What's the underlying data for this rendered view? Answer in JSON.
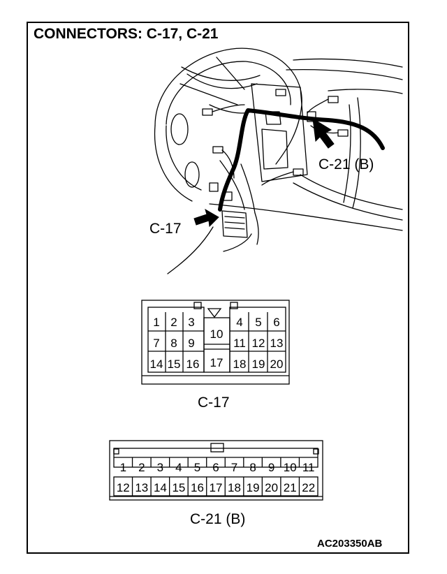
{
  "title": "CONNECTORS: C-17, C-21",
  "figure_code": "AC203350AB",
  "illustration": {
    "callout_c17": "C-17",
    "callout_c21": "C-21 (B)"
  },
  "connector_c17": {
    "caption": "C-17",
    "pins": [
      "1",
      "2",
      "3",
      "4",
      "5",
      "6",
      "7",
      "8",
      "9",
      "10",
      "11",
      "12",
      "13",
      "14",
      "15",
      "16",
      "17",
      "18",
      "19",
      "20"
    ]
  },
  "connector_c21": {
    "caption": "C-21 (B)",
    "pins": [
      "1",
      "2",
      "3",
      "4",
      "5",
      "6",
      "7",
      "8",
      "9",
      "10",
      "11",
      "12",
      "13",
      "14",
      "15",
      "16",
      "17",
      "18",
      "19",
      "20",
      "21",
      "22"
    ]
  }
}
